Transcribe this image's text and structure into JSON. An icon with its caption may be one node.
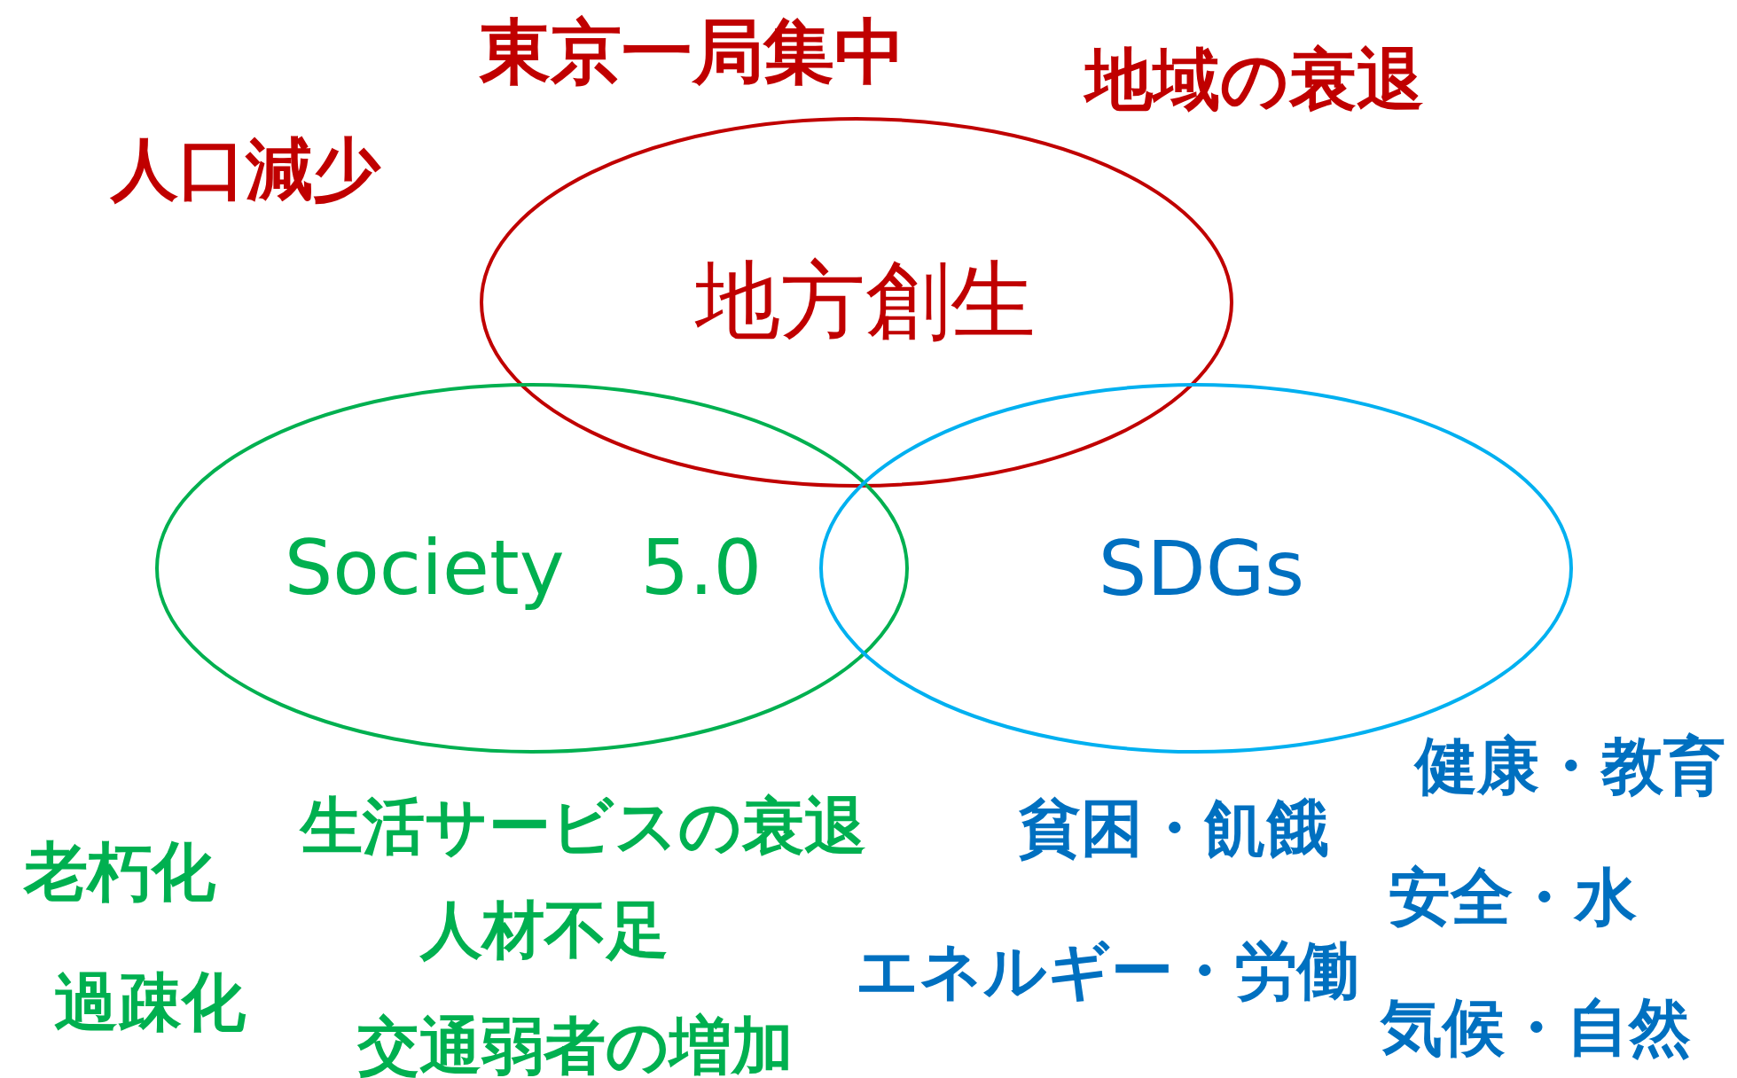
{
  "diagram": {
    "nodes": [
      {
        "text": [
          "地方創生"
        ]
      },
      {
        "text": [
          "Society　5.0"
        ]
      },
      {
        "text": [
          "SDGs"
        ]
      }
    ],
    "labels": [
      "東京一局集中",
      "地域の衰退",
      "人口減少",
      "健康・教育",
      "生活サービスの衰退",
      "貧困・飢餓",
      "老朽化",
      "安全・水",
      "人材不足",
      "エネルギー・労働",
      "過疎化",
      "交通弱者の増加",
      "気候・自然"
    ]
  }
}
